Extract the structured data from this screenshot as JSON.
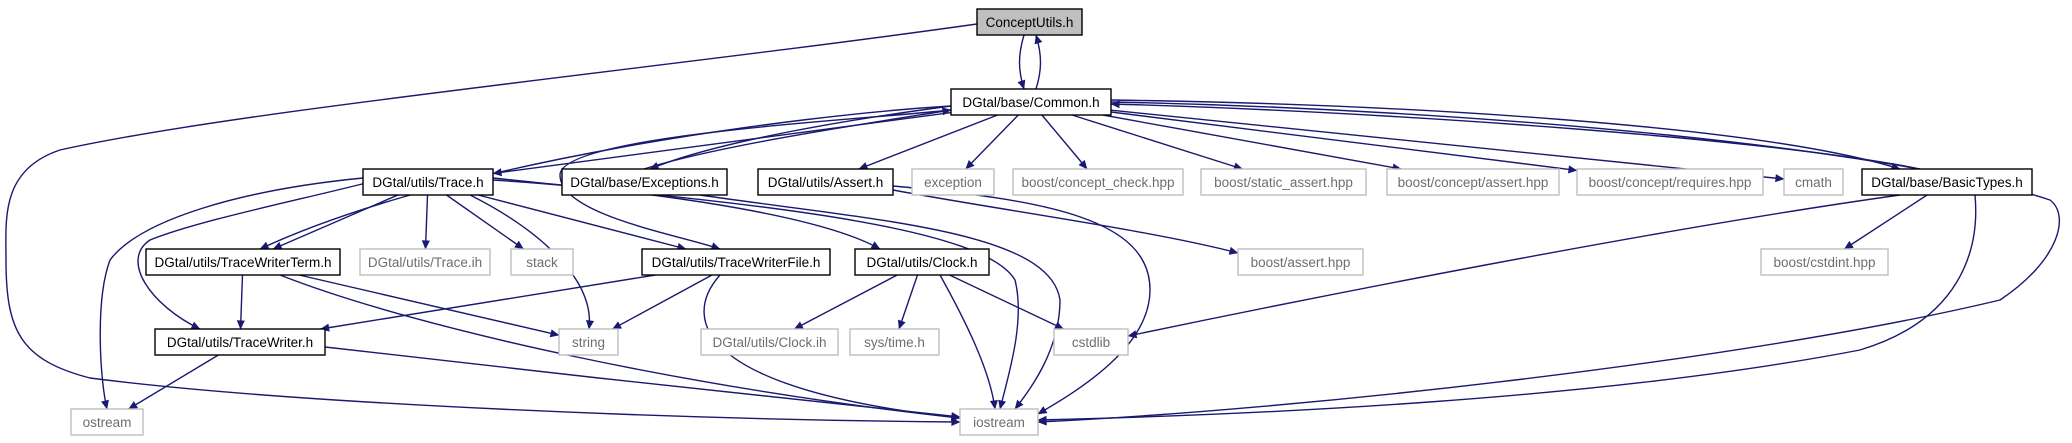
{
  "graph": {
    "edge_color": "#191970",
    "nodes": {
      "concept_utils": {
        "label": "ConceptUtils.h",
        "kind": "root"
      },
      "common": {
        "label": "DGtal/base/Common.h",
        "kind": "main"
      },
      "trace": {
        "label": "DGtal/utils/Trace.h",
        "kind": "main"
      },
      "exceptions": {
        "label": "DGtal/base/Exceptions.h",
        "kind": "main"
      },
      "assert": {
        "label": "DGtal/utils/Assert.h",
        "kind": "main"
      },
      "exception": {
        "label": "exception",
        "kind": "sys"
      },
      "concept_check": {
        "label": "boost/concept_check.hpp",
        "kind": "sys"
      },
      "static_assert": {
        "label": "boost/static_assert.hpp",
        "kind": "sys"
      },
      "concept_assert": {
        "label": "boost/concept/assert.hpp",
        "kind": "sys"
      },
      "concept_requires": {
        "label": "boost/concept/requires.hpp",
        "kind": "sys"
      },
      "cmath": {
        "label": "cmath",
        "kind": "sys"
      },
      "basic_types": {
        "label": "DGtal/base/BasicTypes.h",
        "kind": "main"
      },
      "trace_writer_term": {
        "label": "DGtal/utils/TraceWriterTerm.h",
        "kind": "main"
      },
      "trace_ih": {
        "label": "DGtal/utils/Trace.ih",
        "kind": "sys"
      },
      "stack": {
        "label": "stack",
        "kind": "sys"
      },
      "trace_writer_file": {
        "label": "DGtal/utils/TraceWriterFile.h",
        "kind": "main"
      },
      "clock": {
        "label": "DGtal/utils/Clock.h",
        "kind": "main"
      },
      "boost_assert": {
        "label": "boost/assert.hpp",
        "kind": "sys"
      },
      "cstdint": {
        "label": "boost/cstdint.hpp",
        "kind": "sys"
      },
      "trace_writer": {
        "label": "DGtal/utils/TraceWriter.h",
        "kind": "main"
      },
      "string": {
        "label": "string",
        "kind": "sys"
      },
      "clock_ih": {
        "label": "DGtal/utils/Clock.ih",
        "kind": "sys"
      },
      "sys_time": {
        "label": "sys/time.h",
        "kind": "sys"
      },
      "cstdlib": {
        "label": "cstdlib",
        "kind": "sys"
      },
      "ostream": {
        "label": "ostream",
        "kind": "sys"
      },
      "iostream": {
        "label": "iostream",
        "kind": "sys"
      }
    },
    "edges": [
      [
        "concept_utils",
        "common"
      ],
      [
        "common",
        "concept_utils"
      ],
      [
        "concept_utils",
        "iostream"
      ],
      [
        "common",
        "trace"
      ],
      [
        "common",
        "exceptions"
      ],
      [
        "exceptions",
        "common"
      ],
      [
        "common",
        "assert"
      ],
      [
        "common",
        "exception"
      ],
      [
        "common",
        "concept_check"
      ],
      [
        "common",
        "static_assert"
      ],
      [
        "common",
        "concept_assert"
      ],
      [
        "common",
        "concept_requires"
      ],
      [
        "common",
        "cmath"
      ],
      [
        "common",
        "basic_types"
      ],
      [
        "basic_types",
        "common"
      ],
      [
        "common",
        "trace_writer_term"
      ],
      [
        "common",
        "trace_writer_file"
      ],
      [
        "common",
        "iostream"
      ],
      [
        "trace",
        "trace_writer_term"
      ],
      [
        "trace",
        "trace_writer"
      ],
      [
        "trace",
        "trace_ih"
      ],
      [
        "trace",
        "stack"
      ],
      [
        "trace",
        "string"
      ],
      [
        "trace",
        "trace_writer_file"
      ],
      [
        "trace",
        "clock"
      ],
      [
        "trace",
        "iostream"
      ],
      [
        "trace",
        "ostream"
      ],
      [
        "exceptions",
        "iostream"
      ],
      [
        "assert",
        "boost_assert"
      ],
      [
        "assert",
        "iostream"
      ],
      [
        "basic_types",
        "cstdint"
      ],
      [
        "basic_types",
        "cstdlib"
      ],
      [
        "basic_types",
        "iostream"
      ],
      [
        "trace_writer_term",
        "trace_writer"
      ],
      [
        "trace_writer_term",
        "string"
      ],
      [
        "trace_writer_term",
        "iostream"
      ],
      [
        "trace_writer_file",
        "trace_writer"
      ],
      [
        "trace_writer_file",
        "string"
      ],
      [
        "trace_writer_file",
        "iostream"
      ],
      [
        "clock",
        "clock_ih"
      ],
      [
        "clock",
        "sys_time"
      ],
      [
        "clock",
        "cstdlib"
      ],
      [
        "clock",
        "iostream"
      ],
      [
        "trace_writer",
        "ostream"
      ],
      [
        "trace_writer",
        "iostream"
      ]
    ]
  }
}
